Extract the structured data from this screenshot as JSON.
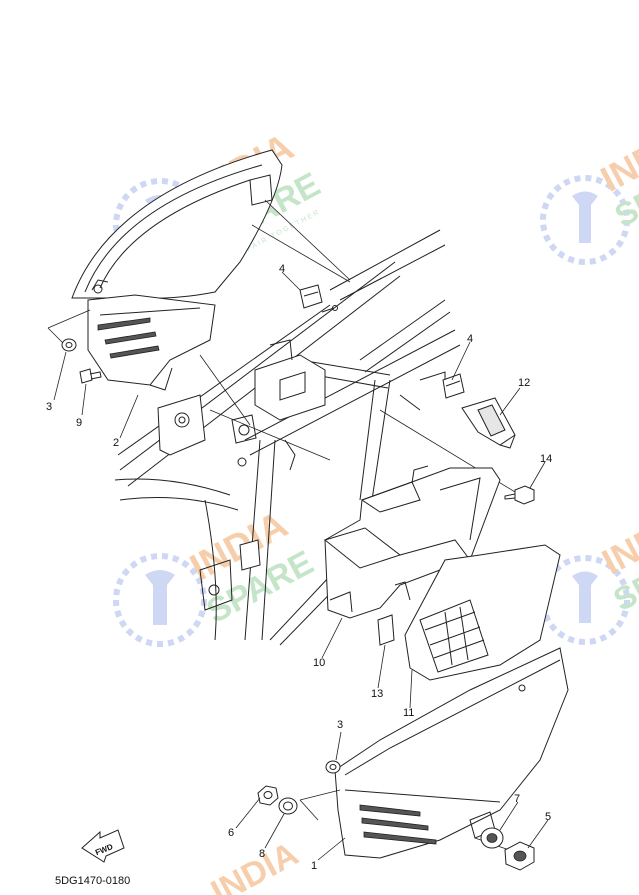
{
  "watermark": {
    "line1": "INDIA",
    "line2": "SPARE",
    "tagline": "REPAIR TOGETHER",
    "color_orange": "#f7c9a2",
    "color_green": "#bfe3c4",
    "color_blue": "#c9d3f2"
  },
  "callouts": [
    {
      "id": "1",
      "label": "1"
    },
    {
      "id": "2",
      "label": "2"
    },
    {
      "id": "3a",
      "label": "3"
    },
    {
      "id": "3b",
      "label": "3"
    },
    {
      "id": "4a",
      "label": "4"
    },
    {
      "id": "4b",
      "label": "4"
    },
    {
      "id": "5",
      "label": "5"
    },
    {
      "id": "6",
      "label": "6"
    },
    {
      "id": "7",
      "label": "7"
    },
    {
      "id": "8",
      "label": "8"
    },
    {
      "id": "9",
      "label": "9"
    },
    {
      "id": "10",
      "label": "10"
    },
    {
      "id": "11",
      "label": "11"
    },
    {
      "id": "12",
      "label": "12"
    },
    {
      "id": "13",
      "label": "13"
    },
    {
      "id": "14",
      "label": "14"
    }
  ],
  "fwd_label": "FWD",
  "diagram_code": "5DG1470-0180"
}
